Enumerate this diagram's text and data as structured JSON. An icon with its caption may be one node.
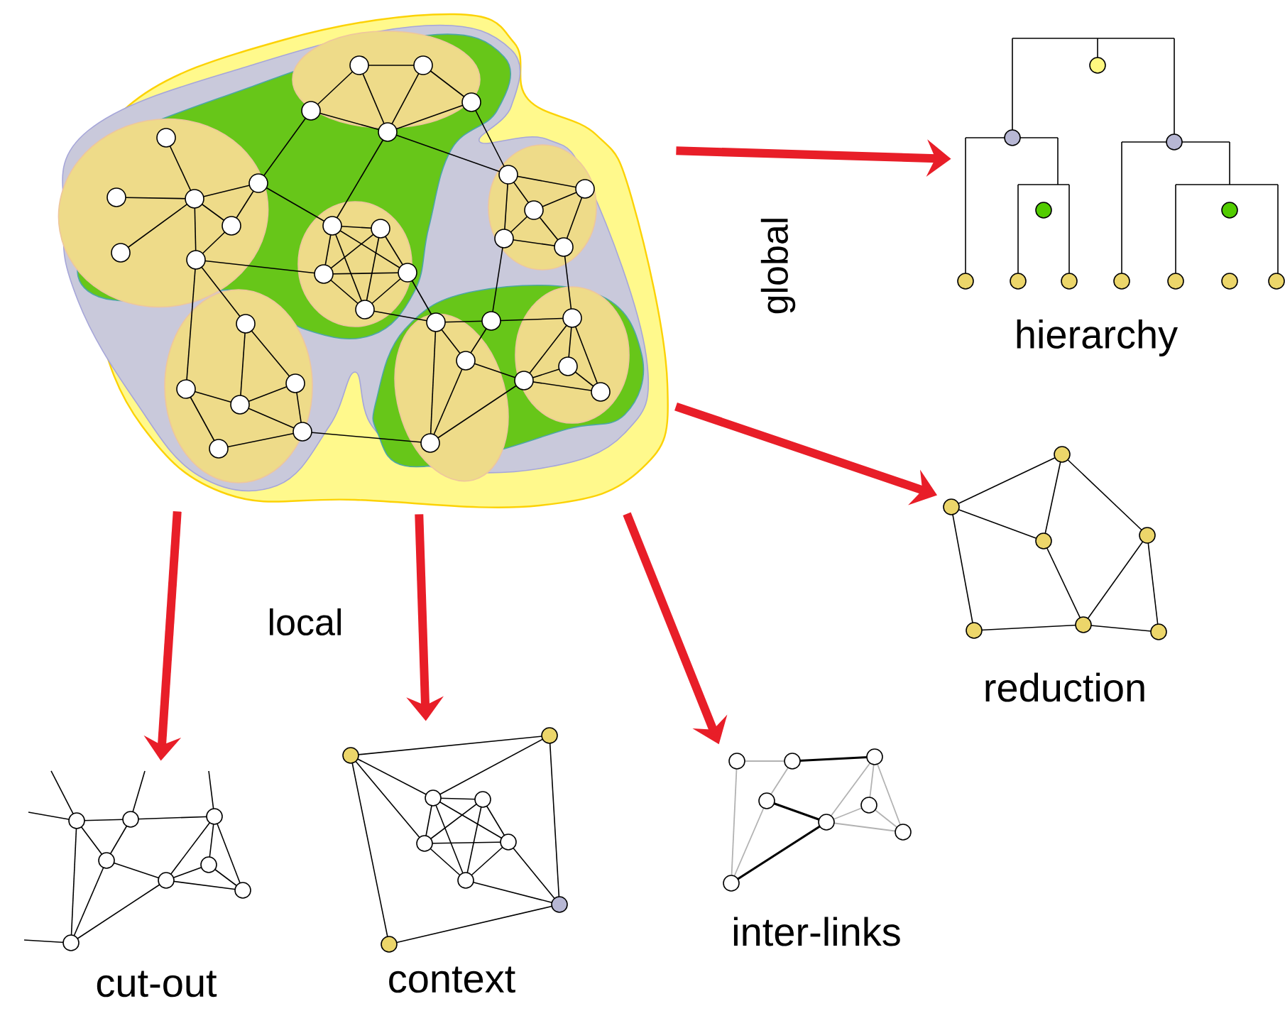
{
  "diagram": {
    "nodes": [
      {
        "text": [],
        "shape": "picture"
      },
      {
        "text": [],
        "shape": "picture",
        "beside": [
          "hierarchy"
        ]
      },
      {
        "text": [],
        "shape": "picture",
        "beside": [
          "reduction"
        ]
      },
      {
        "text": [],
        "shape": "picture",
        "beside": [
          "cut-out"
        ]
      },
      {
        "text": [],
        "shape": "picture",
        "beside": [
          "context"
        ]
      },
      {
        "text": [],
        "shape": "picture",
        "beside": [
          "inter-links"
        ]
      }
    ],
    "edges": [
      {
        "from": 0,
        "to": 1,
        "arrow": "to"
      },
      {
        "from": 0,
        "to": 2,
        "arrow": "to"
      },
      {
        "from": 0,
        "to": 3,
        "arrow": "to"
      },
      {
        "from": 0,
        "to": 4,
        "arrow": "to"
      },
      {
        "from": 0,
        "to": 5,
        "arrow": "to"
      }
    ],
    "labels": [
      "global",
      "local"
    ]
  }
}
